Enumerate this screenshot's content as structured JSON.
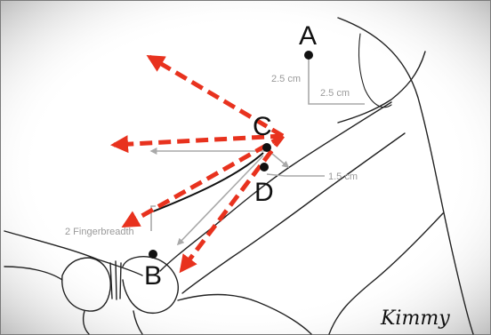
{
  "points": {
    "a": "A",
    "b": "B",
    "c": "C",
    "d": "D"
  },
  "measurements": {
    "vertical": "2.5 cm",
    "horizontal": "2.5 cm",
    "d_offset": "1.5 cm",
    "fingerbreadth": "2 Fingerbreadth"
  },
  "signature": "Kimmy",
  "colors": {
    "arrow": "#e8321e",
    "measure_line": "#a9a9a9",
    "outline": "#222222",
    "background": "#ffffff"
  }
}
